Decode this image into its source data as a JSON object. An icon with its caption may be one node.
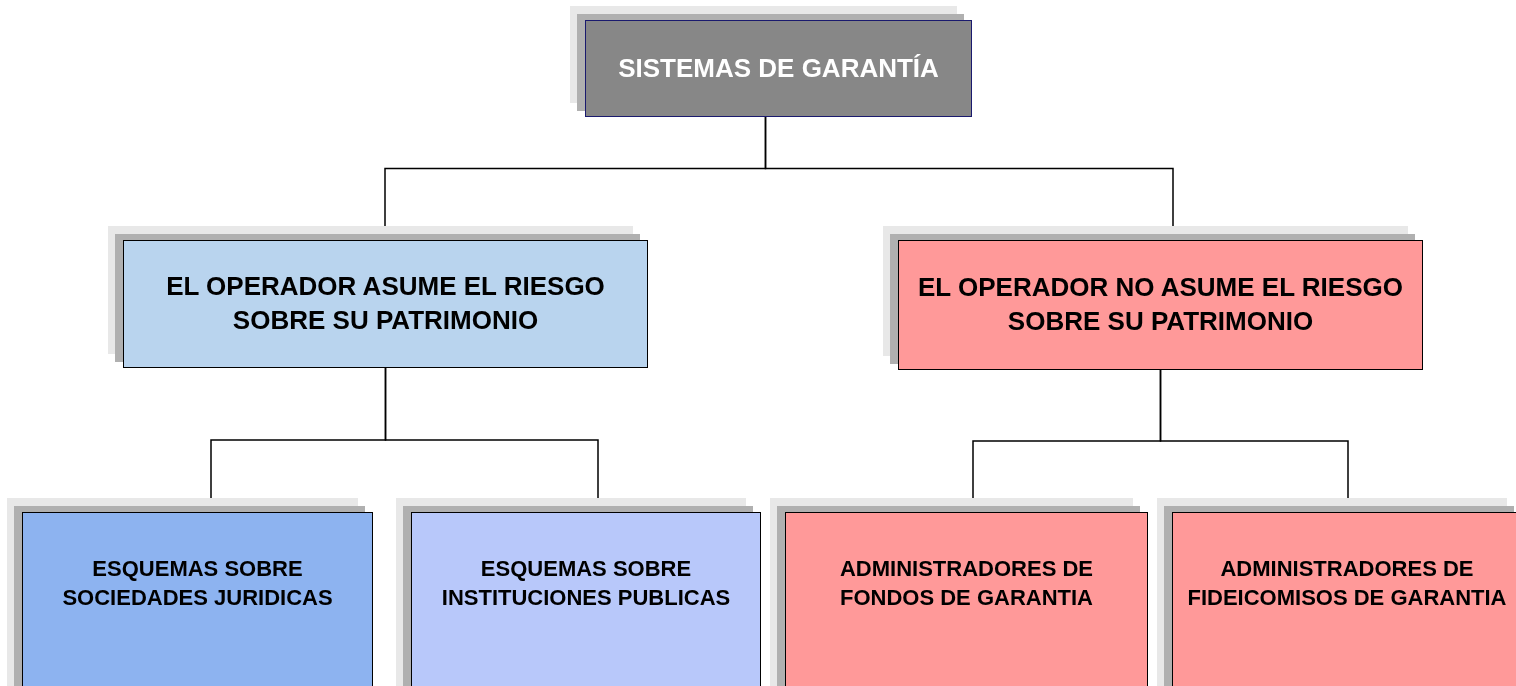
{
  "diagram": {
    "nodes": [
      {
        "text": [
          "SISTEMAS DE GARANTÍA"
        ]
      },
      {
        "text": [
          "EL OPERADOR ASUME EL RIESGO SOBRE SU PATRIMONIO"
        ]
      },
      {
        "text": [
          "EL OPERADOR NO ASUME EL RIESGO SOBRE SU PATRIMONIO"
        ]
      },
      {
        "text": [
          "ESQUEMAS SOBRE SOCIEDADES JURIDICAS"
        ]
      },
      {
        "text": [
          "ESQUEMAS SOBRE INSTITUCIONES PUBLICAS"
        ]
      },
      {
        "text": [
          "ADMINISTRADORES DE FONDOS DE GARANTIA"
        ]
      },
      {
        "text": [
          "ADMINISTRADORES DE FIDEICOMISOS DE GARANTIA"
        ]
      }
    ],
    "edges": [
      {
        "from": 0,
        "to": 1,
        "arrow": "none"
      },
      {
        "from": 0,
        "to": 2,
        "arrow": "none"
      },
      {
        "from": 1,
        "to": 3,
        "arrow": "none"
      },
      {
        "from": 1,
        "to": 4,
        "arrow": "none"
      },
      {
        "from": 2,
        "to": 5,
        "arrow": "none"
      },
      {
        "from": 2,
        "to": 6,
        "arrow": "none"
      }
    ]
  }
}
